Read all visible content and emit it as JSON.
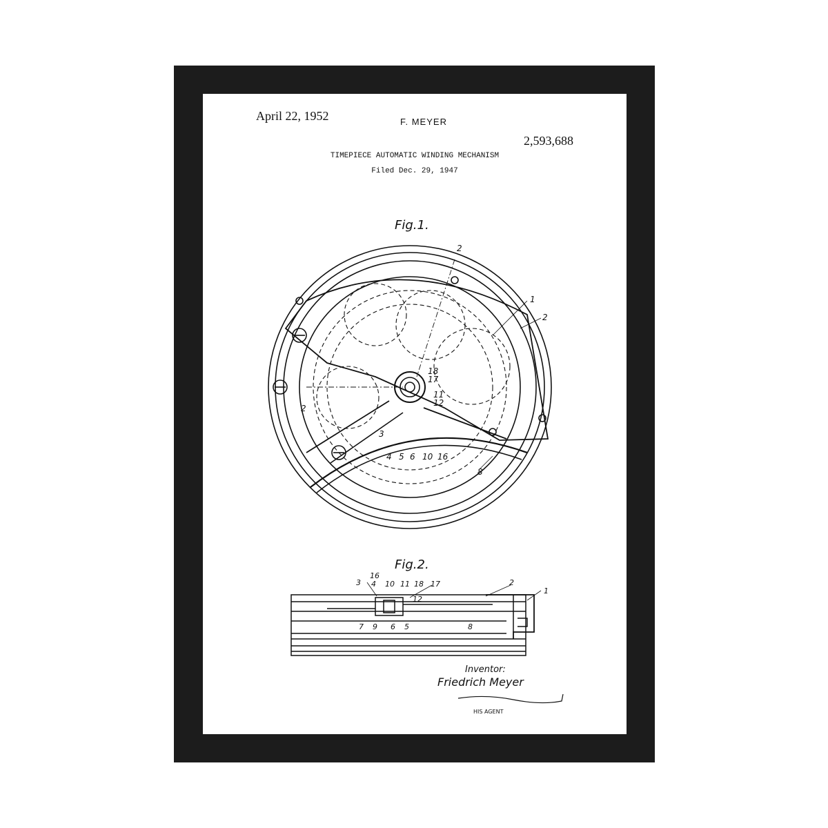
{
  "patent": {
    "date": "April 22, 1952",
    "inventor": "F. MEYER",
    "number": "2,593,688",
    "title": "TIMEPIECE AUTOMATIC WINDING MECHANISM",
    "filed": "Filed Dec. 29, 1947"
  },
  "figures": {
    "fig1": {
      "label": "Fig.1.",
      "callouts": [
        "2",
        "1",
        "2",
        "18",
        "17",
        "11",
        "12",
        "2",
        "3",
        "4",
        "5",
        "6",
        "10",
        "16",
        "8"
      ]
    },
    "fig2": {
      "label": "Fig.2.",
      "callouts": [
        "16",
        "3",
        "4",
        "10",
        "11",
        "18",
        "17",
        "2",
        "1",
        "12",
        "7",
        "9",
        "6",
        "5",
        "8"
      ]
    }
  },
  "signature": {
    "inventor_note": "Inventor:",
    "inventor_name": "Friedrich Meyer",
    "agent_label": "HIS AGENT"
  },
  "colors": {
    "frame": "#1c1c1c",
    "mat": "#ffffff",
    "ink": "#111111"
  }
}
